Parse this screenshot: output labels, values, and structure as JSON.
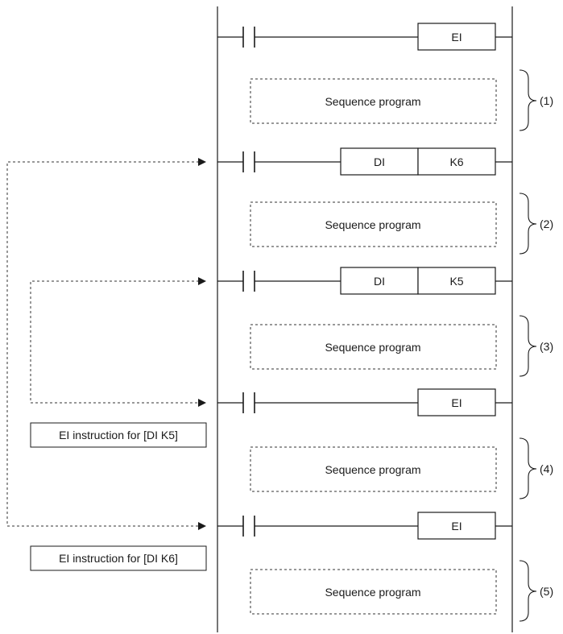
{
  "rungs": [
    {
      "instruction": "EI",
      "operand": ""
    },
    {
      "instruction": "DI",
      "operand": "K6"
    },
    {
      "instruction": "DI",
      "operand": "K5"
    },
    {
      "instruction": "EI",
      "operand": ""
    },
    {
      "instruction": "EI",
      "operand": ""
    }
  ],
  "blocks": [
    {
      "label": "Sequence program",
      "tag": "(1)"
    },
    {
      "label": "Sequence program",
      "tag": "(2)"
    },
    {
      "label": "Sequence program",
      "tag": "(3)"
    },
    {
      "label": "Sequence program",
      "tag": "(4)"
    },
    {
      "label": "Sequence program",
      "tag": "(5)"
    }
  ],
  "notes": [
    {
      "text": "EI instruction for [DI K5]"
    },
    {
      "text": "EI instruction for [DI K6]"
    }
  ]
}
